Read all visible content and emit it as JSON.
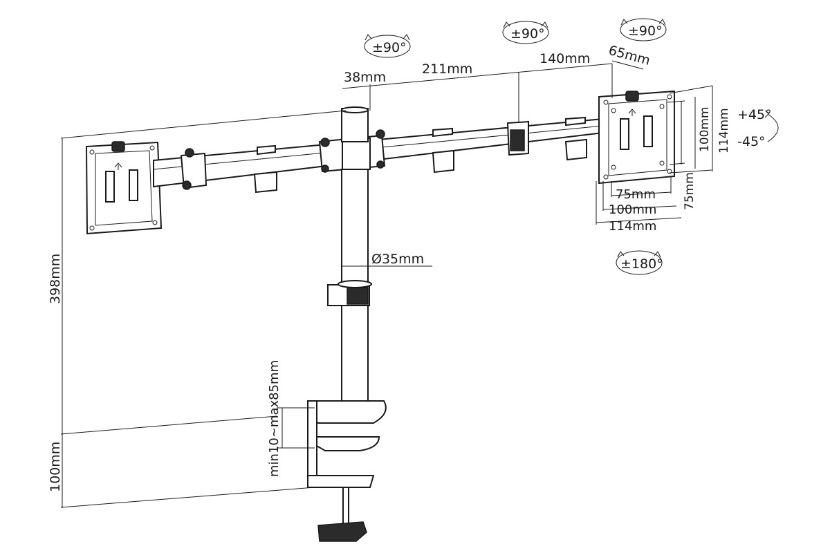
{
  "diagram": {
    "rotations": {
      "arm_left": "±90°",
      "arm_mid": "±90°",
      "arm_right": "±90°",
      "vesa_tilt_up": "+45°",
      "vesa_tilt_down": "-45°",
      "vesa_swivel": "±180°"
    },
    "dimensions": {
      "pole_offset": "38mm",
      "arm_segment_1": "211mm",
      "arm_segment_2": "140mm",
      "arm_tip": "65mm",
      "vesa_h_75": "75mm",
      "vesa_h_100": "100mm",
      "vesa_h_114": "114mm",
      "vesa_v_75": "75mm",
      "vesa_v_100": "100mm",
      "vesa_v_114": "114mm",
      "pole_diameter": "Ø35mm",
      "total_height": "398mm",
      "clamp_range": "min10~max85mm",
      "clamp_height": "100mm"
    }
  }
}
